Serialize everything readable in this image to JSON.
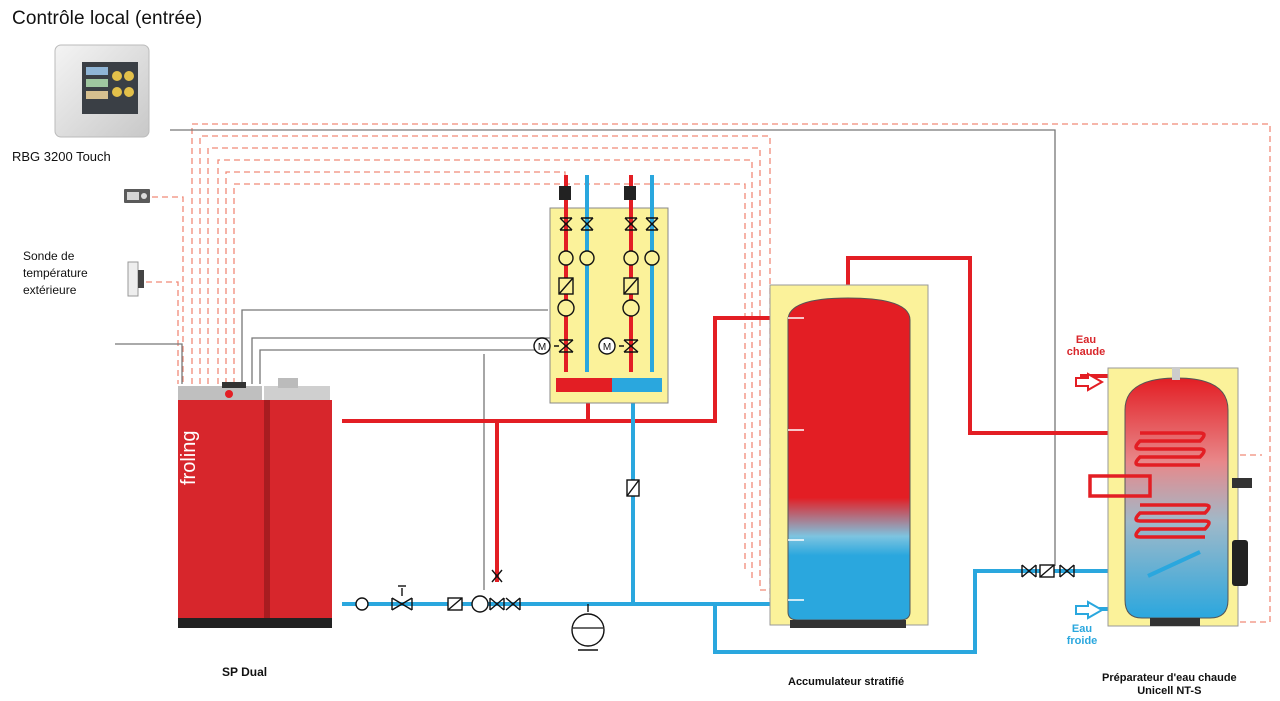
{
  "title": "Contrôle local (entrée)",
  "controller": {
    "label": "RBG 3200 Touch"
  },
  "sensor": {
    "label_lines": [
      "Sonde de",
      "température",
      "extérieure"
    ]
  },
  "boiler": {
    "label": "SP Dual",
    "brand": "froling"
  },
  "storage_tank": {
    "label": "Accumulateur stratifié"
  },
  "water_heater": {
    "label_lines": [
      "Préparateur d'eau chaude",
      "Unicell NT-S"
    ]
  },
  "hot_water": {
    "label_lines": [
      "Eau",
      "chaude"
    ]
  },
  "cold_water": {
    "label_lines": [
      "Eau",
      "froide"
    ]
  },
  "colors": {
    "hot_pipe": "#e31e24",
    "cold_pipe": "#2aa7de",
    "signal_line": "#f08a78",
    "control_line": "#7f7f7f",
    "insulation": "#fbf29a",
    "boiler_body": "#d7262c"
  },
  "icons": [
    "controller-panel-icon",
    "room-sensor-icon",
    "outdoor-sensor-icon",
    "pump-icon",
    "valve-icon",
    "motor-icon",
    "expansion-vessel-icon",
    "check-valve-icon",
    "sensor-probe-icon"
  ]
}
